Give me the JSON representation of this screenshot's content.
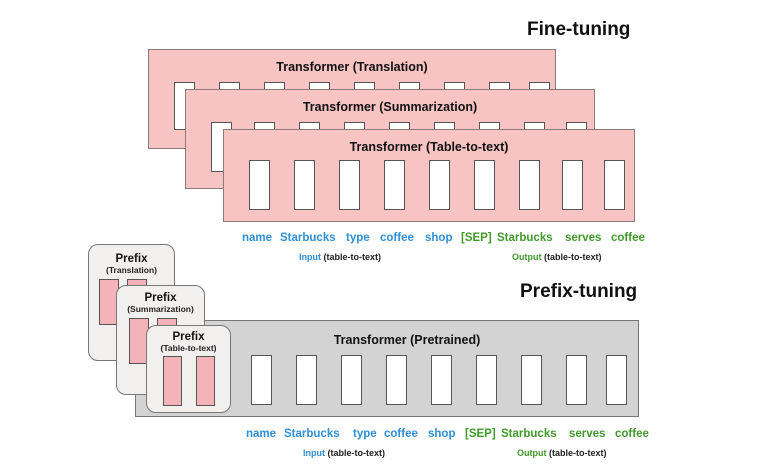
{
  "finetuning": {
    "title": "Fine-tuning",
    "transformers": [
      "Transformer (Translation)",
      "Transformer (Summarization)",
      "Transformer (Table-to-text)"
    ]
  },
  "prefixtuning": {
    "title": "Prefix-tuning",
    "transformer": "Transformer  (Pretrained)",
    "prefixes": [
      {
        "title": "Prefix",
        "sub": "(Translation)"
      },
      {
        "title": "Prefix",
        "sub": "(Summarization)"
      },
      {
        "title": "Prefix",
        "sub": "(Table-to-text)"
      }
    ]
  },
  "tokens": {
    "input": [
      "name",
      "Starbucks",
      "type",
      "coffee",
      "shop"
    ],
    "sep": "[SEP]",
    "output": [
      "Starbucks",
      "serves",
      "coffee"
    ],
    "input_label_word": "Input",
    "input_label_rest": "(table-to-text)",
    "output_label_word": "Output",
    "output_label_rest": "(table-to-text)"
  },
  "colors": {
    "input": "#2f8fd6",
    "output": "#3f9a2a",
    "transformer_pink": "#f7c3c3",
    "transformer_gray": "#d3d3d3",
    "prefix_slot": "#f3b3b8"
  }
}
